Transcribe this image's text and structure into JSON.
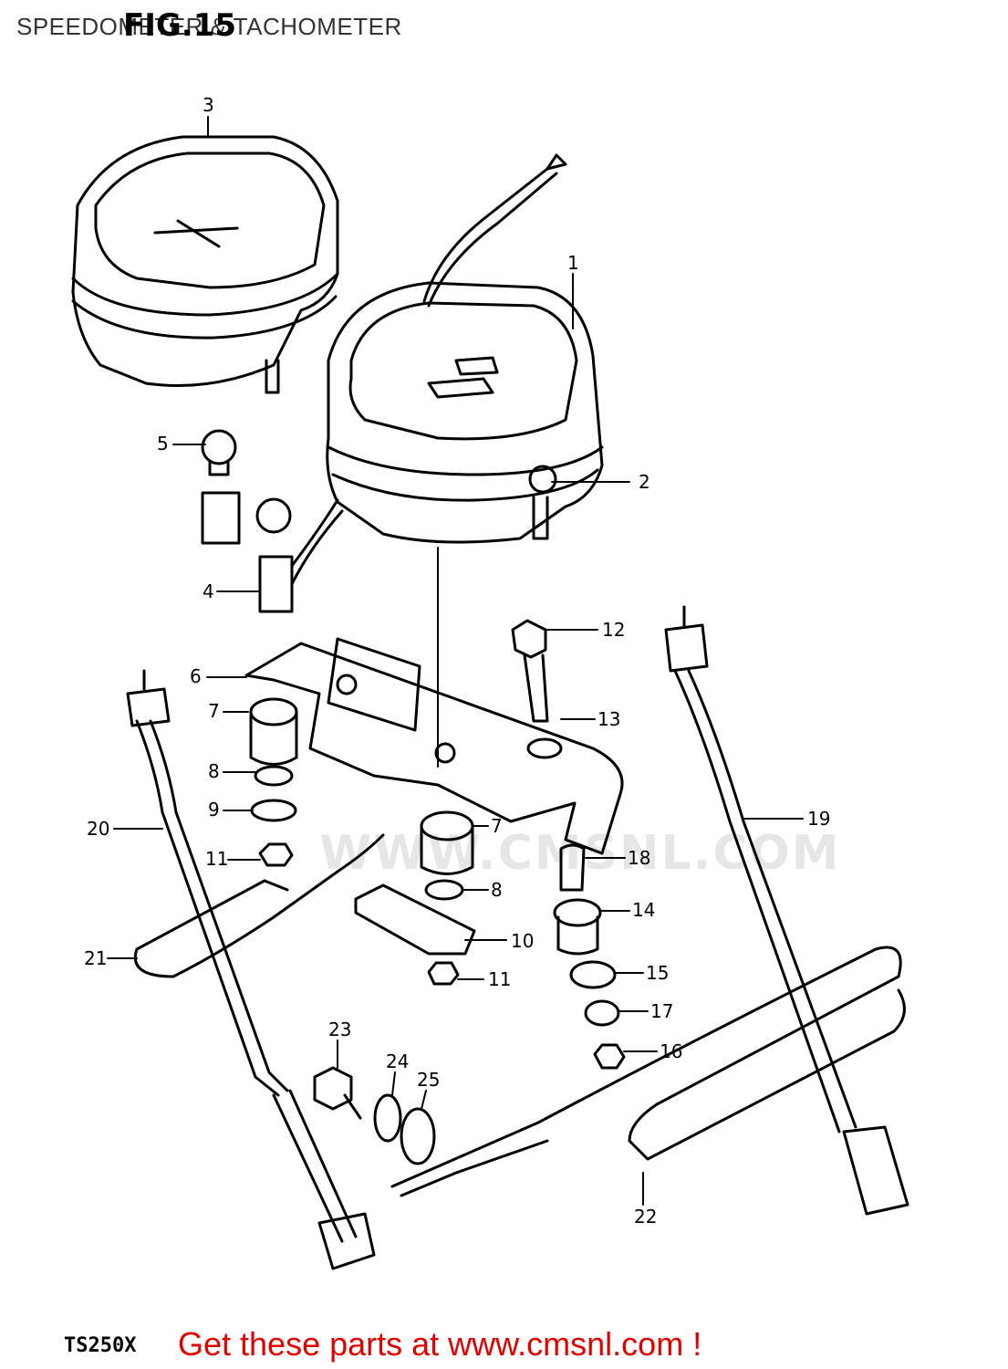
{
  "header": {
    "title": "SPEEDOMETER & TACHOMETER",
    "figure": "FIG.15"
  },
  "footer": {
    "model": "TS250X",
    "promo": "Get these parts at www.cmsnl.com !"
  },
  "watermark": {
    "text": "WWW.CMSNL.COM"
  },
  "callouts": [
    "1",
    "2",
    "3",
    "4",
    "5",
    "6",
    "7",
    "8",
    "9",
    "20",
    "11",
    "12",
    "13",
    "19",
    "7",
    "18",
    "8",
    "14",
    "10",
    "21",
    "11",
    "15",
    "17",
    "16",
    "23",
    "24",
    "25",
    "22"
  ],
  "colors": {
    "line": "#000000",
    "promo": "#e00000",
    "watermark": "#e6e6e6"
  }
}
